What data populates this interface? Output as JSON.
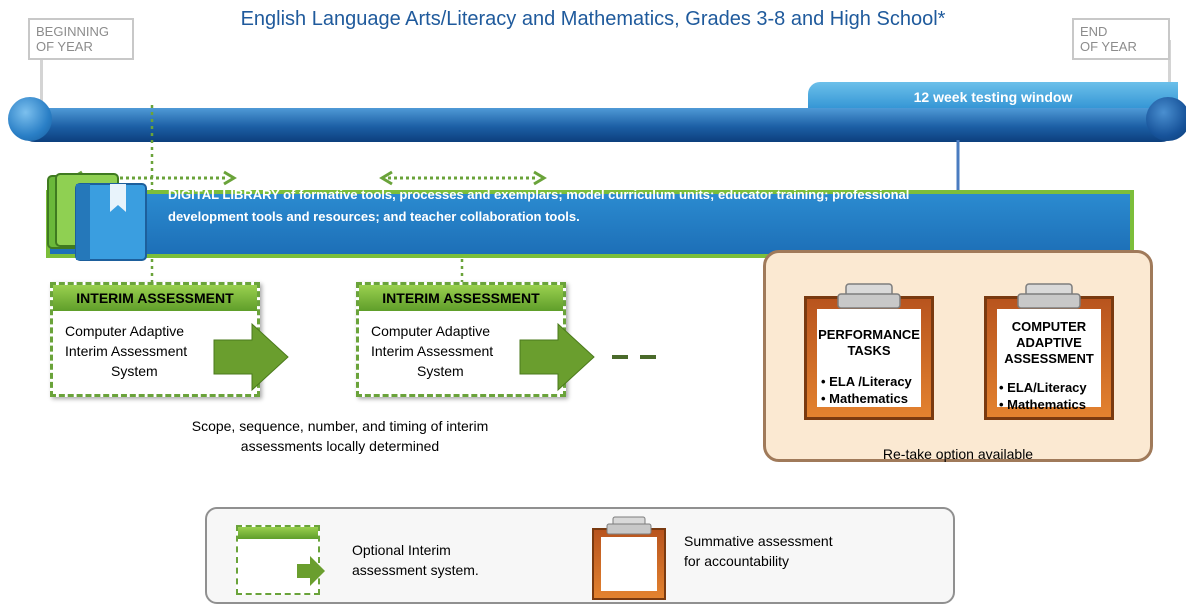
{
  "title": "English Language Arts/Literacy and Mathematics, Grades 3-8 and High School*",
  "timeline": {
    "beginning_line1": "BEGINNING",
    "beginning_line2": "OF YEAR",
    "end_line1": "END",
    "end_line2": "OF YEAR",
    "testing_window": "12 week testing window"
  },
  "library": {
    "line1": "DIGITAL LIBRARY of formative tools, processes and exemplars; model curriculum units; educator training; professional",
    "line2": "development tools and resources; and teacher collaboration tools."
  },
  "interim": [
    {
      "header": "INTERIM ASSESSMENT",
      "line1": "Computer Adaptive",
      "line2": "Interim Assessment",
      "line3": "System"
    },
    {
      "header": "INTERIM ASSESSMENT",
      "line1": "Computer Adaptive",
      "line2": "Interim Assessment",
      "line3": "System"
    }
  ],
  "interim_note": {
    "line1": "Scope, sequence, number, and timing of interim",
    "line2": "assessments locally determined"
  },
  "summative": {
    "performance": {
      "title1": "PERFORMANCE",
      "title2": "TASKS",
      "item1": "ELA /Literacy",
      "item2": "Mathematics"
    },
    "adaptive": {
      "title1": "COMPUTER",
      "title2": "ADAPTIVE",
      "title3": "ASSESSMENT",
      "item1": "ELA/Literacy",
      "item2": "Mathematics"
    },
    "retake": "Re-take option available"
  },
  "legend": {
    "interim_line1": "Optional Interim",
    "interim_line2": "assessment  system.",
    "summative_line1": "Summative assessment",
    "summative_line2": "for accountability"
  },
  "colors": {
    "title": "#1f5a9c",
    "timeline": "#1c5fa5",
    "interim_green": "#6aa33a",
    "summative_orange": "#e3822f",
    "library_blue": "#2b8bd0"
  },
  "icons": [
    "book-stack-icon",
    "double-arrow-icon",
    "green-arrow-icon",
    "clipboard-icon"
  ]
}
